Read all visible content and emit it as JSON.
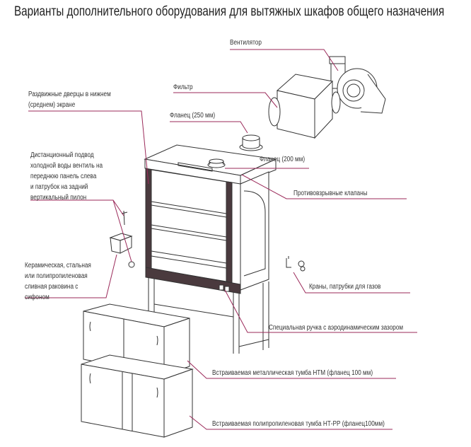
{
  "title": "Варианты дополнительного оборудования для вытяжных шкафов общего назначения",
  "labels": {
    "fan": "Вентилятор",
    "filter": "Фильтр",
    "sliding_doors": [
      "Раздвижные дверцы в нижнем",
      "(среднем) экране"
    ],
    "flange_250": "Фланец (250 мм)",
    "flange_200": "Фланец (200 мм)",
    "water_supply": [
      "Дистанционный подвод",
      "холодной воды вентиль на",
      "переднюю панель слева",
      "и патрубок на задний",
      "вертикальный пилон"
    ],
    "valves": "Противовзрывные клапаны",
    "sink": [
      "Керамическая, стальная",
      "или полипропиленовая",
      "сливная раковина с",
      "сифоном"
    ],
    "gas_taps": "Краны, патрубки для газов",
    "handle": "Специальная ручка с аэродинамическим зазором",
    "cabinet_metal": "Встраиваемая металлическая тумба НТМ (фланец 100 мм)",
    "cabinet_pp": "Встраиваемая полипропиленовая тумба НТ-РР (фланец100мм)"
  },
  "colors": {
    "leader": "#9b2a5a"
  }
}
